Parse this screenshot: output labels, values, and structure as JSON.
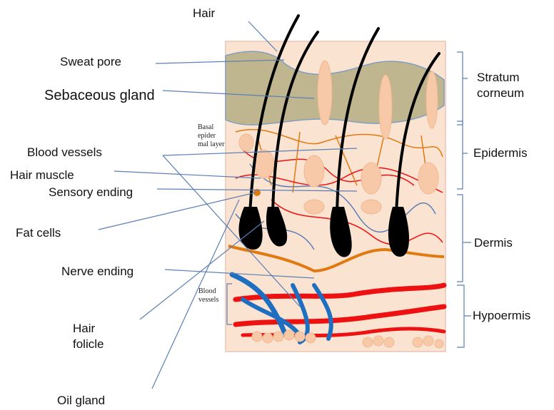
{
  "left_labels": {
    "hair": "Hair",
    "sweat_pore": "Sweat pore",
    "sebaceous_gland": "Sebaceous gland",
    "blood_vessels": "Blood vessels",
    "hair_muscle": "Hair muscle",
    "sensory_ending": "Sensory ending",
    "fat_cells": "Fat cells",
    "nerve_ending": "Nerve ending",
    "hair_folicle": "Hair folicle",
    "oil_gland": "Oil gland"
  },
  "inner_labels": {
    "basal_layer": "Basal epider mal layer",
    "blood_vessels_inner": "Blood vessels"
  },
  "right_labels": {
    "stratum_corneum": "Stratum corneum",
    "epidermis": "Epidermis",
    "dermis": "Dermis",
    "hypodermis": "Hypoermis"
  },
  "colors": {
    "skin": "#fbe3d2",
    "stratum": "#bfb690",
    "hair": "#000000",
    "leader_line": "#5a7fb5",
    "artery": "#ee1111",
    "vein": "#1f6fc0",
    "nerve": "#e07a10",
    "gland": "#f7c9a8"
  }
}
